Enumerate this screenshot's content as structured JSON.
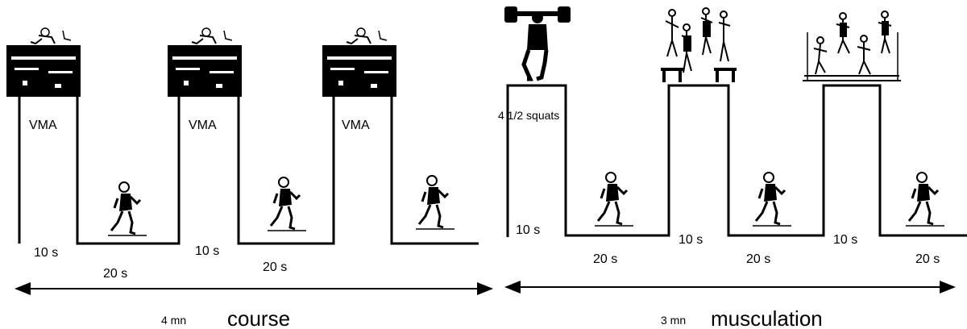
{
  "left_panel": {
    "high_label": "VMA",
    "high_duration": "10 s",
    "low_duration": "20 s",
    "total_duration": "4 mn",
    "title": "course"
  },
  "right_panel": {
    "first_high_label": "4 1/2 squats",
    "high_duration": "10 s",
    "low_duration": "20 s",
    "total_duration": "3 mn",
    "title": "musculation"
  },
  "icons": [
    "runner-icon",
    "hurdle-jump-icon",
    "squat-weightlifter-icon",
    "box-jump-icon",
    "hop-jump-icon"
  ]
}
